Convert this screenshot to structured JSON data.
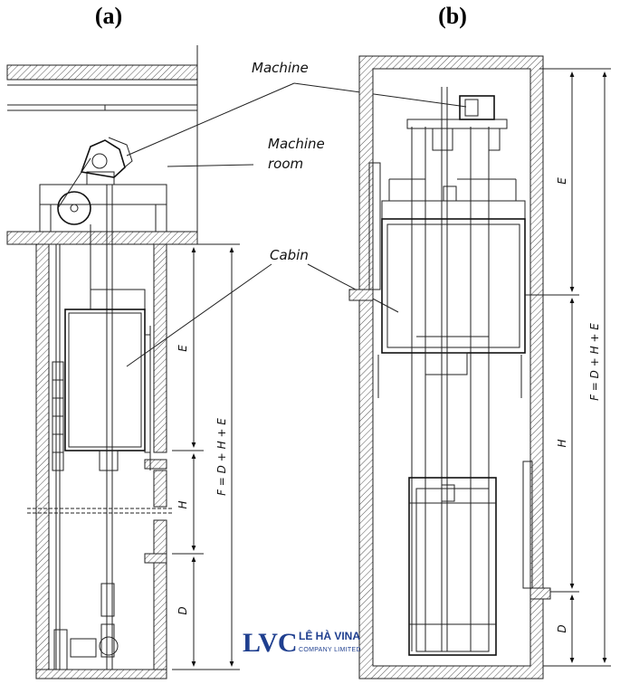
{
  "panels": {
    "a": {
      "label": "(a)"
    },
    "b": {
      "label": "(b)"
    }
  },
  "callouts": {
    "machine": "Machine",
    "machine_room_line1": "Machine",
    "machine_room_line2": "room",
    "cabin": "Cabin"
  },
  "dimensions": {
    "a": {
      "e": "E",
      "h": "H",
      "d": "D",
      "total": "F = D + H + E"
    },
    "b": {
      "e": "E",
      "h": "H",
      "d": "D",
      "total": "F = D + H + E"
    }
  },
  "logo": {
    "mark": "LVC",
    "name": "LÊ HÀ VINA",
    "sub": "COMPANY LIMITED"
  },
  "colors": {
    "line": "#222222",
    "logo": "#1f3f8f"
  }
}
